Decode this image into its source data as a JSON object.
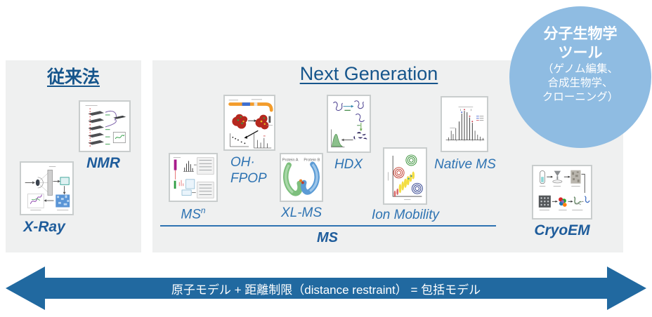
{
  "left_panel": {
    "title": "従来法",
    "nmr_label": "NMR",
    "xray_label": "X-Ray"
  },
  "next_gen_panel": {
    "title": "Next Generation",
    "msn_base": "MS",
    "msn_sup": "n",
    "ohfpop_line1": "OH·",
    "ohfpop_line2": "FPOP",
    "xlms_label": "XL-MS",
    "hdx_label": "HDX",
    "ion_mobility_label": "Ion Mobility",
    "native_ms_label": "Native MS",
    "ms_group_label": "MS",
    "cryoem_label": "CryoEM"
  },
  "xlms_thumbnail": {
    "protein_a": "Protein A",
    "protein_b": "Protein B"
  },
  "tools_circle": {
    "line1": "分子生物学",
    "line2": "ツール",
    "line3": "（ゲノム編集、",
    "line4": "合成生物学、",
    "line5": "クローニング）"
  },
  "bottom_arrow": {
    "label": "原子モデル + 距離制限（distance restraint） = 包括モデル"
  },
  "colors": {
    "panel_bg": "#EFF0F0",
    "title_blue": "#17568C",
    "label_blue": "#2E73B2",
    "bold_label_blue": "#1E5C9B",
    "arrow_blue": "#2169A0",
    "circle_blue": "#8FBCE2"
  }
}
